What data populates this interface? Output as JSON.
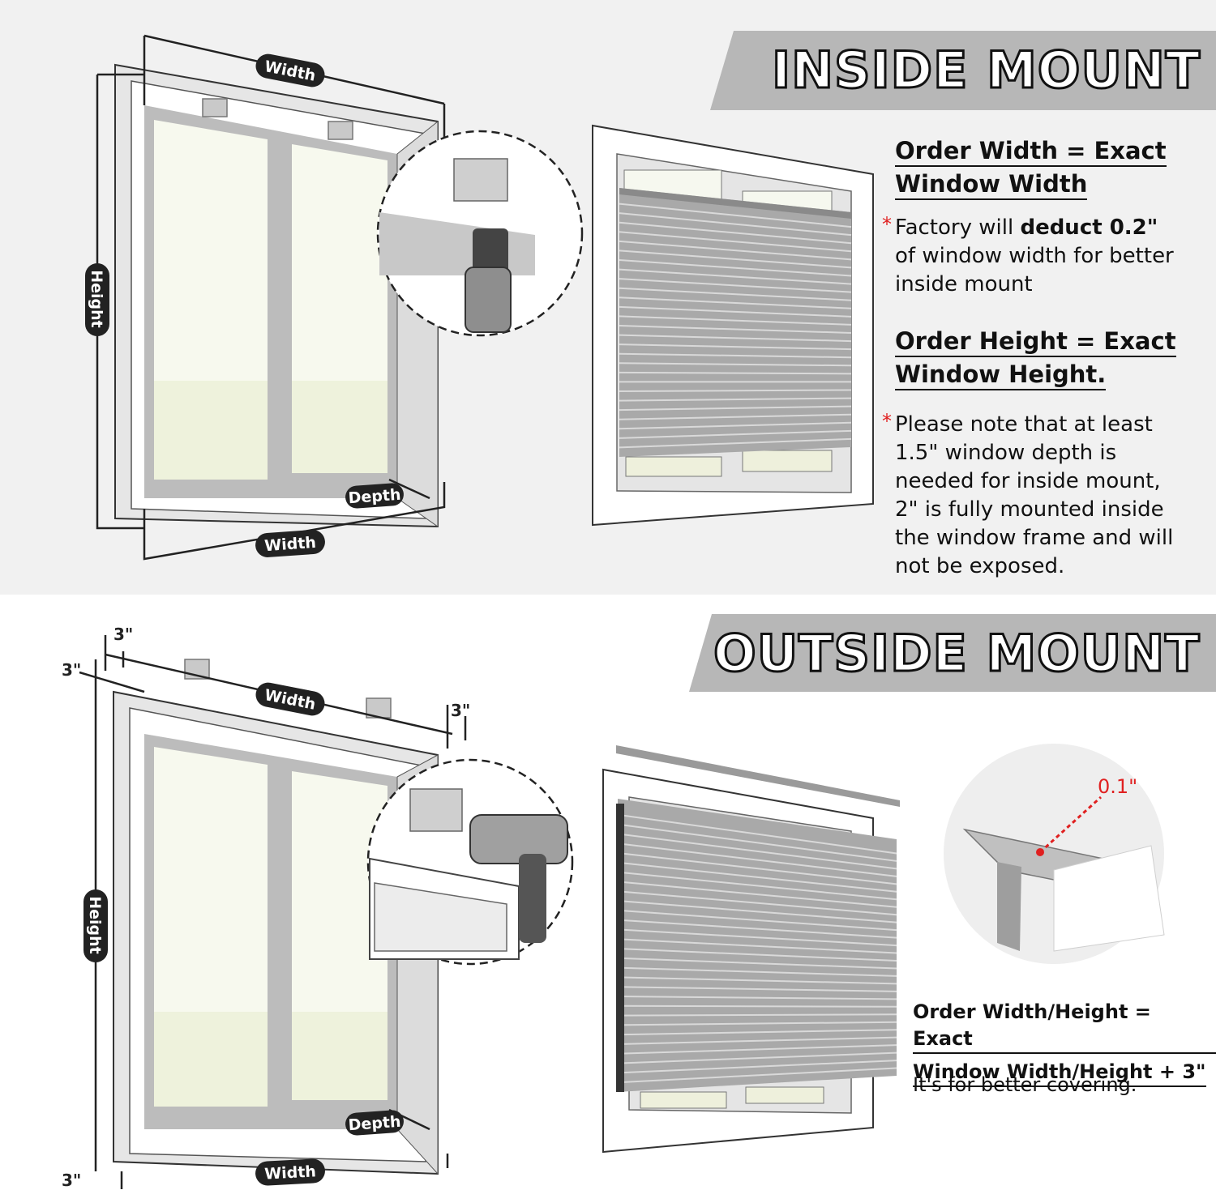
{
  "inside": {
    "title": "INSIDE MOUNT",
    "heading1_line1": "Order Width = Exact",
    "heading1_line2": "Window Width",
    "note1_pre": "Factory will ",
    "note1_bold": "deduct 0.2\"",
    "note1_line2": "of window width for better",
    "note1_line3": "inside mount",
    "heading2_line1": "Order Height = Exact",
    "heading2_line2": "Window Height.",
    "note2_line1": "Please note that at least",
    "note2_line2": "1.5\" window depth is",
    "note2_line3": "needed for inside mount,",
    "note2_line4": "2\" is fully mounted inside",
    "note2_line5": "the window frame and will",
    "note2_line6": "not be exposed.",
    "star": "*",
    "labels": {
      "width_top": "Width",
      "width_bottom": "Width",
      "height": "Height",
      "depth": "Depth"
    }
  },
  "outside": {
    "title": "OUTSIDE MOUNT",
    "heading_line1": "Order Width/Height = Exact",
    "heading_line2": "Window Width/Height + 3\"",
    "note": "It's for better covering.",
    "callout": "0.1\"",
    "labels": {
      "width_top": "Width",
      "width_bottom": "Width",
      "height": "Height",
      "depth": "Depth",
      "dim_top": "3\"",
      "dim_left": "3\"",
      "dim_right": "3\"",
      "dim_bottom": "3\""
    }
  },
  "colors": {
    "banner": "#b7b7b7",
    "frame": "#bdbdbd",
    "pill": "#222222",
    "accent_red": "#e02020"
  },
  "icons": [
    "bracket-icon",
    "drill-icon",
    "pleated-shade-icon",
    "window-icon"
  ]
}
